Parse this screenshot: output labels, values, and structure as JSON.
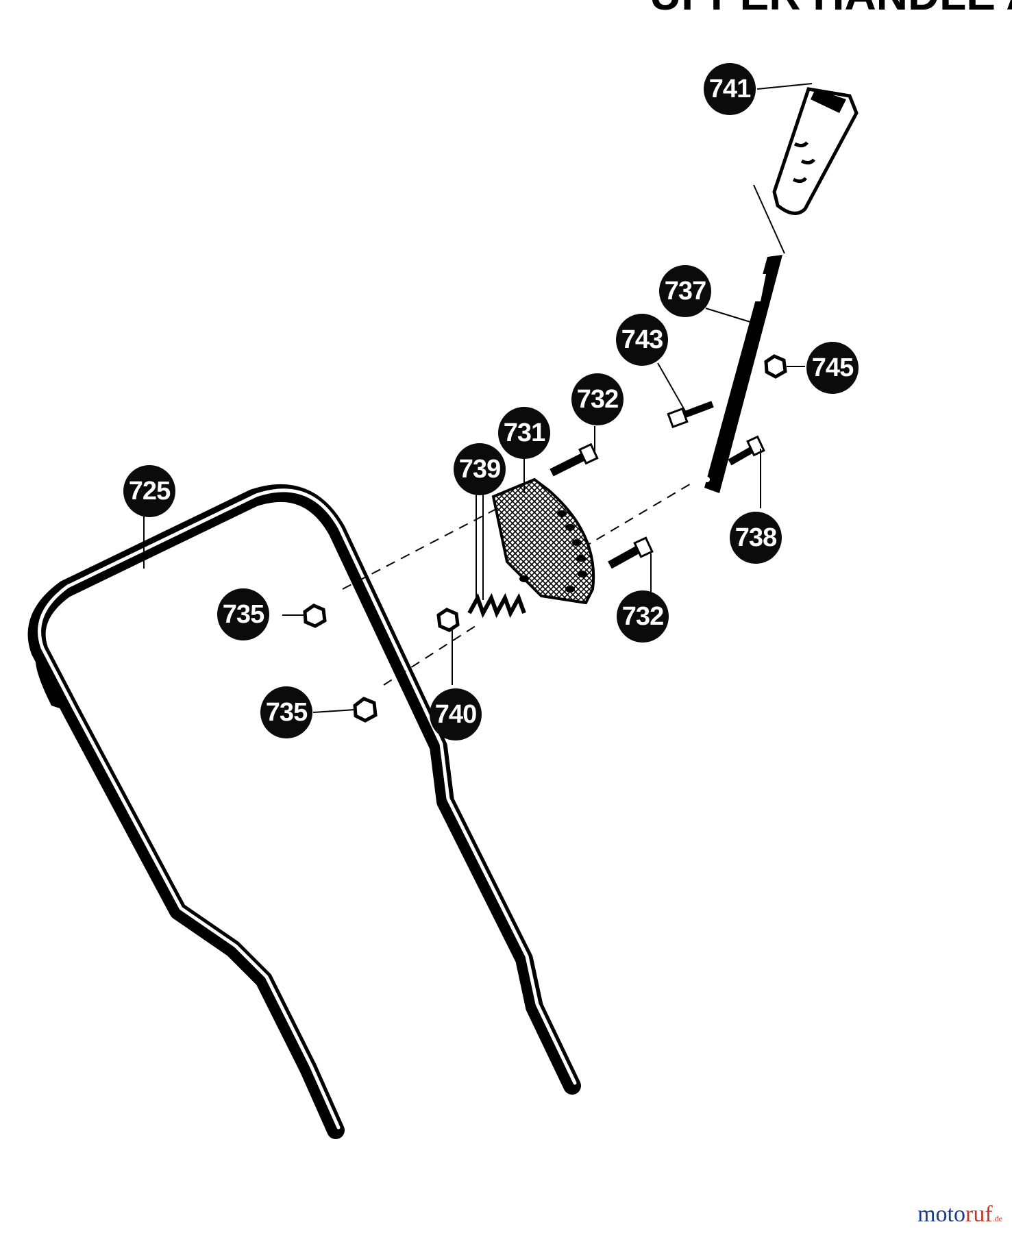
{
  "diagram": {
    "title_partial": "UPPER HANDLE AS"
  },
  "parts": [
    {
      "key": "p741",
      "label": "741"
    },
    {
      "key": "p737",
      "label": "737"
    },
    {
      "key": "p743",
      "label": "743"
    },
    {
      "key": "p745",
      "label": "745"
    },
    {
      "key": "p732a",
      "label": "732"
    },
    {
      "key": "p731",
      "label": "731"
    },
    {
      "key": "p739",
      "label": "739"
    },
    {
      "key": "p725",
      "label": "725"
    },
    {
      "key": "p738",
      "label": "738"
    },
    {
      "key": "p732b",
      "label": "732"
    },
    {
      "key": "p735a",
      "label": "735"
    },
    {
      "key": "p735b",
      "label": "735"
    },
    {
      "key": "p740",
      "label": "740"
    }
  ],
  "watermark": {
    "brand_prefix": "moto",
    "brand_accent": "ruf",
    "brand_suffix": ".de"
  },
  "colors": {
    "ink": "#000000",
    "brand_blue": "#1a3a8a",
    "brand_red": "#c0392b"
  }
}
